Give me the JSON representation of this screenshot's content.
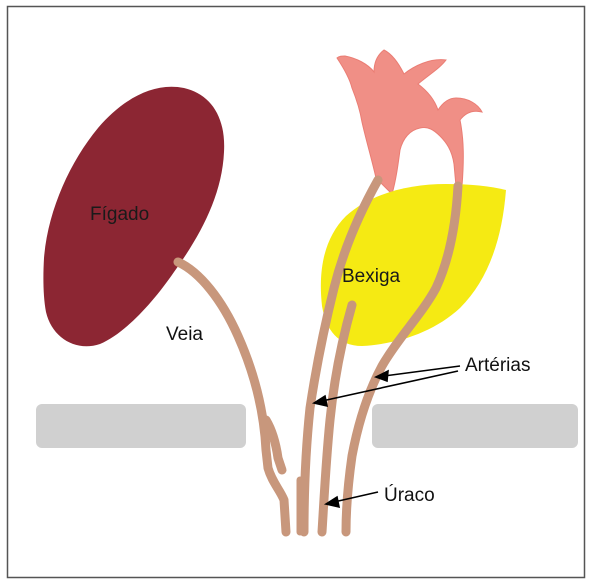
{
  "labels": {
    "liver": "Fígado",
    "bladder": "Bexiga",
    "vein": "Veia",
    "arteries": "Artérias",
    "urachus": "Úraco"
  },
  "colors": {
    "liver": "#8c2633",
    "bladder": "#f5ea13",
    "placenta": "#f08f86",
    "vessel": "#c8977c",
    "abdominal_wall": "#d0d0d0",
    "arrow": "#000000",
    "border": "#555555"
  }
}
